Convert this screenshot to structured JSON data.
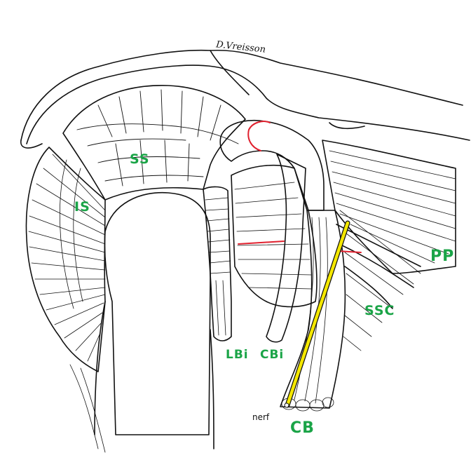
{
  "colors": {
    "label_green": "#1aa447",
    "ink": "#111111",
    "marker_red": "#e0202e",
    "nerve_yellow": "#f5e800"
  },
  "signature": "D.Vreisson",
  "labels": {
    "ss": "SS",
    "is": "IS",
    "lbi": "LBi",
    "cbi": "CBi",
    "pp": "PP",
    "ssc": "SSC",
    "cb": "CB",
    "nerf": "nerf"
  }
}
